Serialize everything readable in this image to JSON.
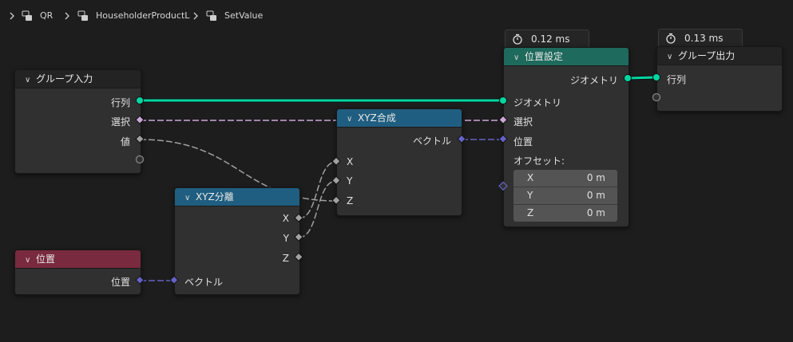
{
  "breadcrumb": {
    "items": [
      {
        "label": "QR",
        "icon": "node-tree-icon"
      },
      {
        "label": "HouseholderProductL",
        "icon": "node-tree-icon"
      },
      {
        "label": "SetValue",
        "icon": "node-tree-icon"
      }
    ]
  },
  "colors": {
    "geometry_socket": "#00d6a3",
    "boolean_socket": "#cca6d6",
    "float_socket": "#a1a1a1",
    "vector_socket": "#6363c7",
    "set_position_header": "#1e6a5c",
    "xyz_header": "#1f5e80",
    "position_header": "#7a2a3e"
  },
  "nodes": {
    "group_input": {
      "title": "グループ入力",
      "outputs": [
        "行列",
        "選択",
        "値"
      ]
    },
    "position": {
      "title": "位置",
      "output": "位置"
    },
    "separate_xyz": {
      "title": "XYZ分離",
      "outputs": [
        "X",
        "Y",
        "Z"
      ],
      "input": "ベクトル"
    },
    "combine_xyz": {
      "title": "XYZ合成",
      "output": "ベクトル",
      "inputs": [
        "X",
        "Y",
        "Z"
      ]
    },
    "set_position": {
      "timer": "0.12 ms",
      "title": "位置設定",
      "output": "ジオメトリ",
      "inputs": [
        "ジオメトリ",
        "選択",
        "位置"
      ],
      "offset_label": "オフセット:",
      "offset": [
        {
          "axis": "X",
          "value": "0 m"
        },
        {
          "axis": "Y",
          "value": "0 m"
        },
        {
          "axis": "Z",
          "value": "0 m"
        }
      ]
    },
    "group_output": {
      "timer": "0.13 ms",
      "title": "グループ出力",
      "input": "行列"
    }
  }
}
